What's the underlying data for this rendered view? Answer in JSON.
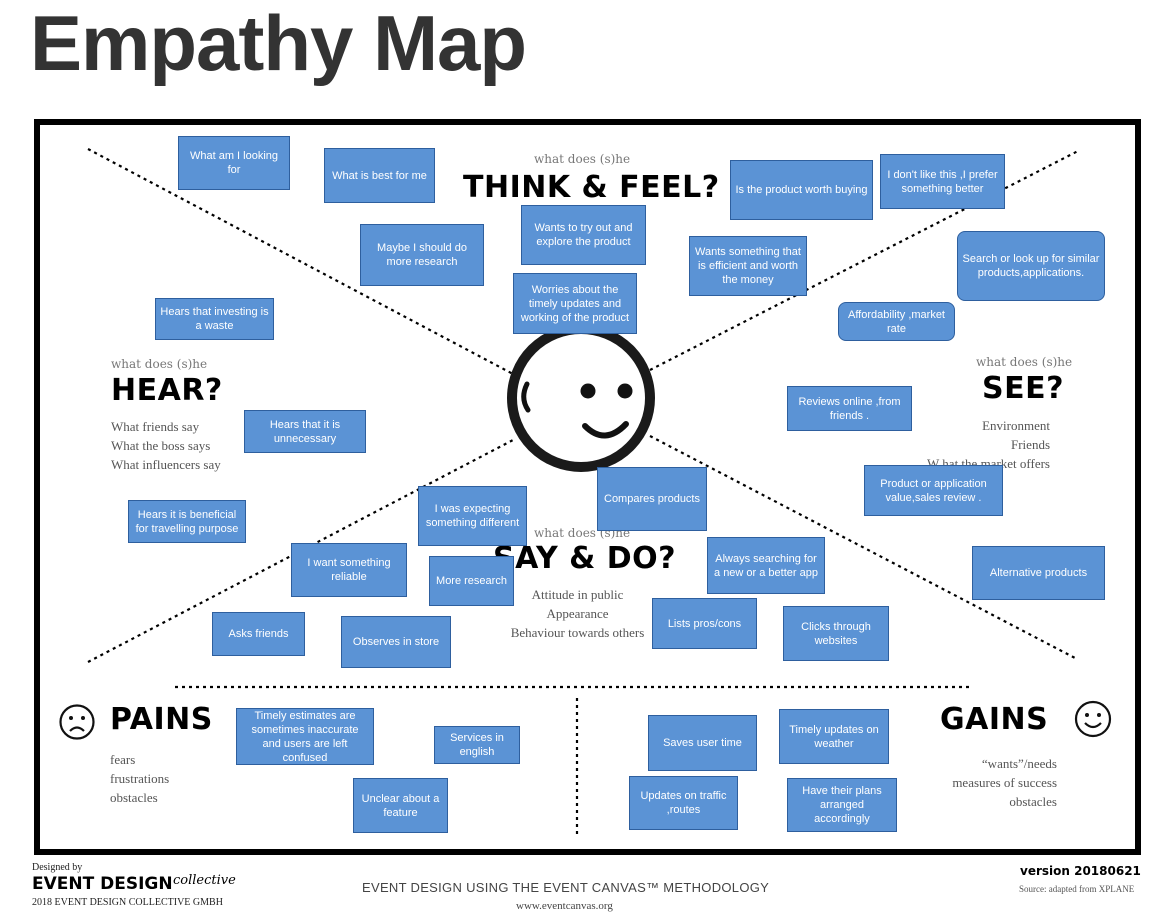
{
  "title": "Empathy Map",
  "quadrants": {
    "think_feel": {
      "prompt": "what does (s)he",
      "heading": "THINK & FEEL?"
    },
    "hear": {
      "prompt": "what does (s)he",
      "heading": "HEAR?",
      "items": [
        "What friends say",
        "What the boss says",
        "What influencers say"
      ]
    },
    "see": {
      "prompt": "what does (s)he",
      "heading": "SEE?",
      "items": [
        "Environment",
        "Friends",
        "W hat the market offers"
      ]
    },
    "say_do": {
      "prompt": "what does (s)he",
      "heading": "SAY & DO?",
      "items": [
        "Attitude in public",
        "Appearance",
        "Behaviour towards others"
      ]
    }
  },
  "pains": {
    "heading": "PAINS",
    "items": [
      "fears",
      "frustrations",
      "obstacles"
    ]
  },
  "gains": {
    "heading": "GAINS",
    "items": [
      "“wants”/needs",
      "measures of success",
      "obstacles"
    ]
  },
  "notes": {
    "what_am_i_looking_for": "What am I looking for",
    "what_is_best": "What is best for me",
    "product_worth": "Is the product worth buying",
    "dont_like_this": "I don't like this ,I prefer something better",
    "wants_to_try": "Wants to try out and explore the product",
    "more_research_think": "Maybe I should do more research",
    "efficient_worth": "Wants  something that is efficient and worth the money",
    "search_similar": "Search or look up for similar products,applications.",
    "worries_updates": "Worries about the timely updates and working of the product",
    "investing_waste": "Hears that investing is a waste",
    "affordability": "Affordability ,market rate",
    "reviews_online": "Reviews online ,from friends .",
    "hears_unnecessary": "Hears that it is unnecessary",
    "product_value": "Product or application value,sales review .",
    "compares_products": "Compares products",
    "expecting_different": "I was expecting something different",
    "hears_beneficial": "Hears it is beneficial  for travelling purpose",
    "always_searching": "Always searching for a new or a better app",
    "want_reliable": "I want something reliable",
    "more_research_do": "More research",
    "alternative_products": "Alternative products",
    "lists_pros_cons": "Lists pros/cons",
    "asks_friends": "Asks friends",
    "observes_store": "Observes in store",
    "clicks_websites": "Clicks through websites",
    "timely_estimates": "Timely estimates are sometimes inaccurate and users are left confused",
    "services_english": "Services in english",
    "unclear_feature": "Unclear about a feature",
    "saves_time": "Saves user time",
    "timely_weather": "Timely updates on weather",
    "updates_traffic": "Updates on traffic ,routes",
    "plans_arranged": "Have their plans arranged accordingly"
  },
  "footer": {
    "designed_by": "Designed by",
    "brand": "EVENT DESIGN",
    "brand_script": "collective",
    "company": "2018 EVENT DESIGN COLLECTIVE GMBH",
    "tagline": "EVENT DESIGN USING THE EVENT CANVAS™ METHODOLOGY",
    "url": "www.eventcanvas.org",
    "version": "version 20180621",
    "source": "Source: adapted from XPLANE"
  },
  "icons": {
    "center_face": "smiley-face-icon",
    "pains_face": "frown-face-icon",
    "gains_face": "smile-face-icon"
  },
  "colors": {
    "note_fill": "#5b93d5",
    "note_border": "#2e5f9e"
  }
}
